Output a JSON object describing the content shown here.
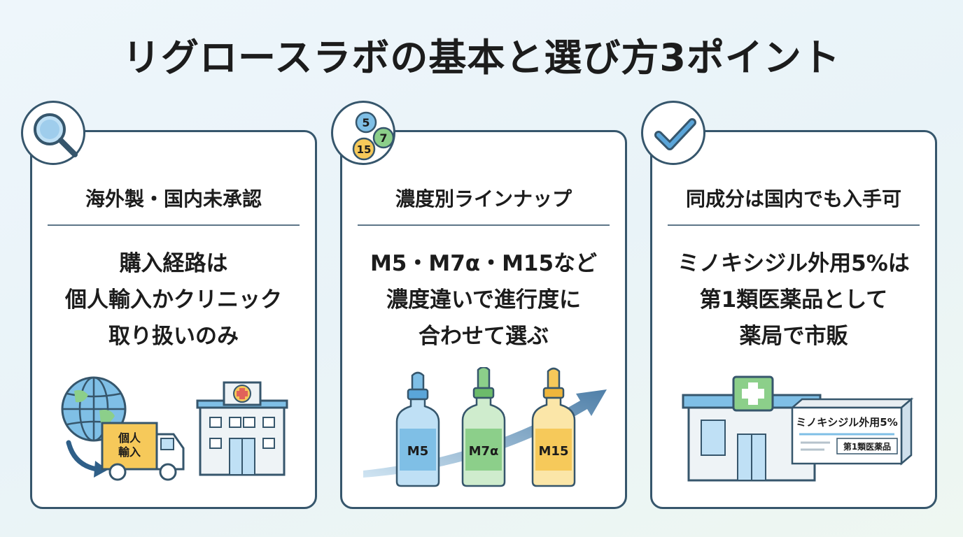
{
  "title": "リグロースラボの基本と選び方3ポイント",
  "cards": [
    {
      "icon": "magnifier-icon",
      "heading": "海外製・国内未承認",
      "body": [
        "購入経路は",
        "個人輸入かクリニック",
        "取り扱いのみ"
      ],
      "truck_label": [
        "個人",
        "輸入"
      ]
    },
    {
      "icon": "concentration-circles-icon",
      "badge_numbers": [
        "5",
        "7",
        "15"
      ],
      "heading": "濃度別ラインナップ",
      "body": [
        "M5・M7α・M15など",
        "濃度違いで進行度に",
        "合わせて選ぶ"
      ],
      "bottles": [
        "M5",
        "M7α",
        "M15"
      ]
    },
    {
      "icon": "checkmark-icon",
      "heading": "同成分は国内でも入手可",
      "body": [
        "ミノキシジル外用5%は",
        "第1類医薬品として",
        "薬局で市販"
      ],
      "box_label": "ミノキシジル外用5%",
      "box_badge": "第1類医薬品"
    }
  ],
  "colors": {
    "border": "#36566c",
    "blue": "#5aa5d9",
    "green": "#8ccf8a",
    "yellow": "#f6c95a",
    "red": "#e1625a"
  }
}
